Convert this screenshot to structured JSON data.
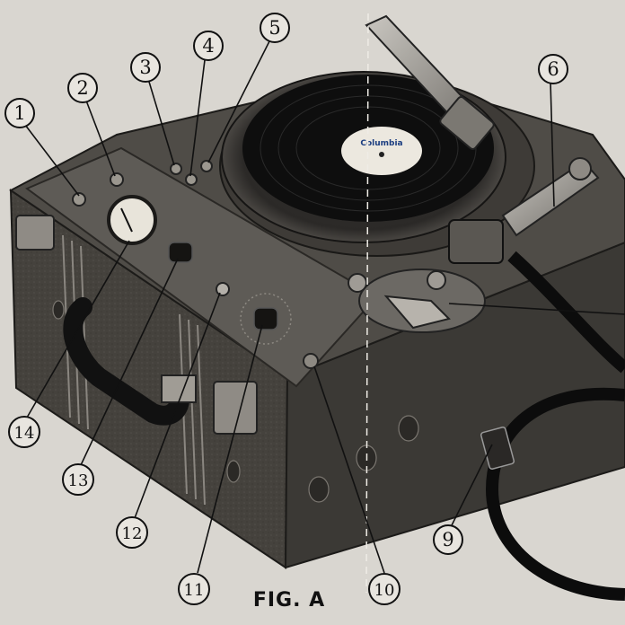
{
  "figure": {
    "caption": "FIG. A",
    "record_label_text": "Columbia"
  },
  "colors": {
    "paper": "#d9d6d0",
    "case_side": "#3f3c38",
    "case_dark": "#1c1b19",
    "panel": "#5b5853",
    "platter": "#2a2826",
    "record": "#0e0e0e",
    "metal": "#a9a6a0",
    "ink": "#111111"
  },
  "callouts": [
    {
      "id": "1",
      "icon": "circled-number"
    },
    {
      "id": "2",
      "icon": "circled-number"
    },
    {
      "id": "3",
      "icon": "circled-number"
    },
    {
      "id": "4",
      "icon": "circled-number"
    },
    {
      "id": "5",
      "icon": "circled-number"
    },
    {
      "id": "6",
      "icon": "circled-number"
    },
    {
      "id": "9",
      "icon": "circled-number"
    },
    {
      "id": "10",
      "icon": "circled-number"
    },
    {
      "id": "11",
      "icon": "circled-number"
    },
    {
      "id": "12",
      "icon": "circled-number"
    },
    {
      "id": "13",
      "icon": "circled-number"
    },
    {
      "id": "14",
      "icon": "circled-number"
    }
  ]
}
